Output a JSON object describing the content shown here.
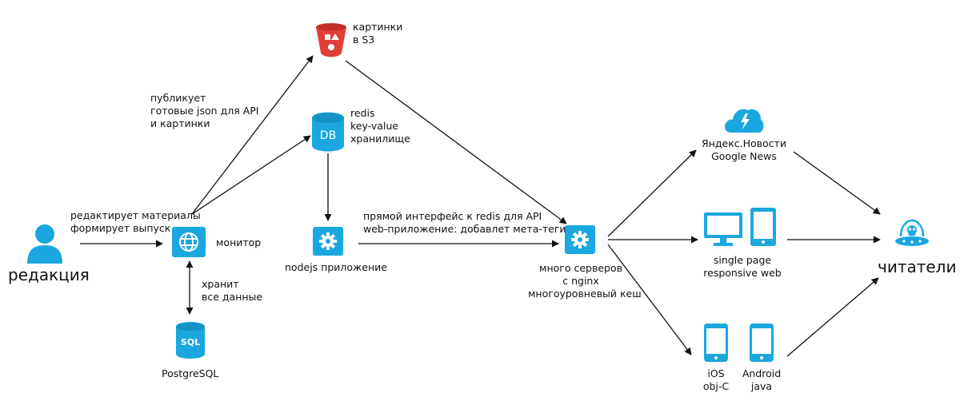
{
  "colors": {
    "icon_blue": "#1aa7e0",
    "s3_red": "#e03e36",
    "arrow": "#111111"
  },
  "nodes": {
    "editors": {
      "label": "редакция",
      "icon": "person-icon"
    },
    "monitor": {
      "label": "монитор",
      "icon": "globe-app-icon"
    },
    "postgres": {
      "label": "PostgreSQL",
      "icon": "sql-database-icon"
    },
    "s3": {
      "label": "картинки\nв S3",
      "icon": "s3-bucket-icon"
    },
    "redis": {
      "label": "redis\nkey-value\nхранилище",
      "icon": "db-icon"
    },
    "nodejs": {
      "label": "nodejs приложение",
      "icon": "gear-app-icon"
    },
    "servers": {
      "label": "много серверов\nс nginx\nмногоуровневый кеш",
      "icon": "gear-app-icon"
    },
    "news": {
      "label": "Яндекс.Новости\nGoogle News",
      "icon": "cloud-lightning-icon"
    },
    "web": {
      "label": "single page\nresponsive web",
      "icon": "desktop-and-tablet-icon"
    },
    "ios": {
      "label": "iOS\nobj-C",
      "icon": "phone-icon"
    },
    "android": {
      "label": "Android\njava",
      "icon": "phone-icon"
    },
    "readers": {
      "label": "читатели",
      "icon": "alien-ufo-icon"
    }
  },
  "edge_labels": {
    "editors_monitor": "редактирует материалы\nформирует выпуск",
    "monitor_s3": "публикует\nготовые json для API\nи картинки",
    "monitor_postgres": "хранит\nвсе данные",
    "nodejs_servers": "прямой интерфейс к redis для API\nweb-приложение: добавлет мета-теги"
  }
}
